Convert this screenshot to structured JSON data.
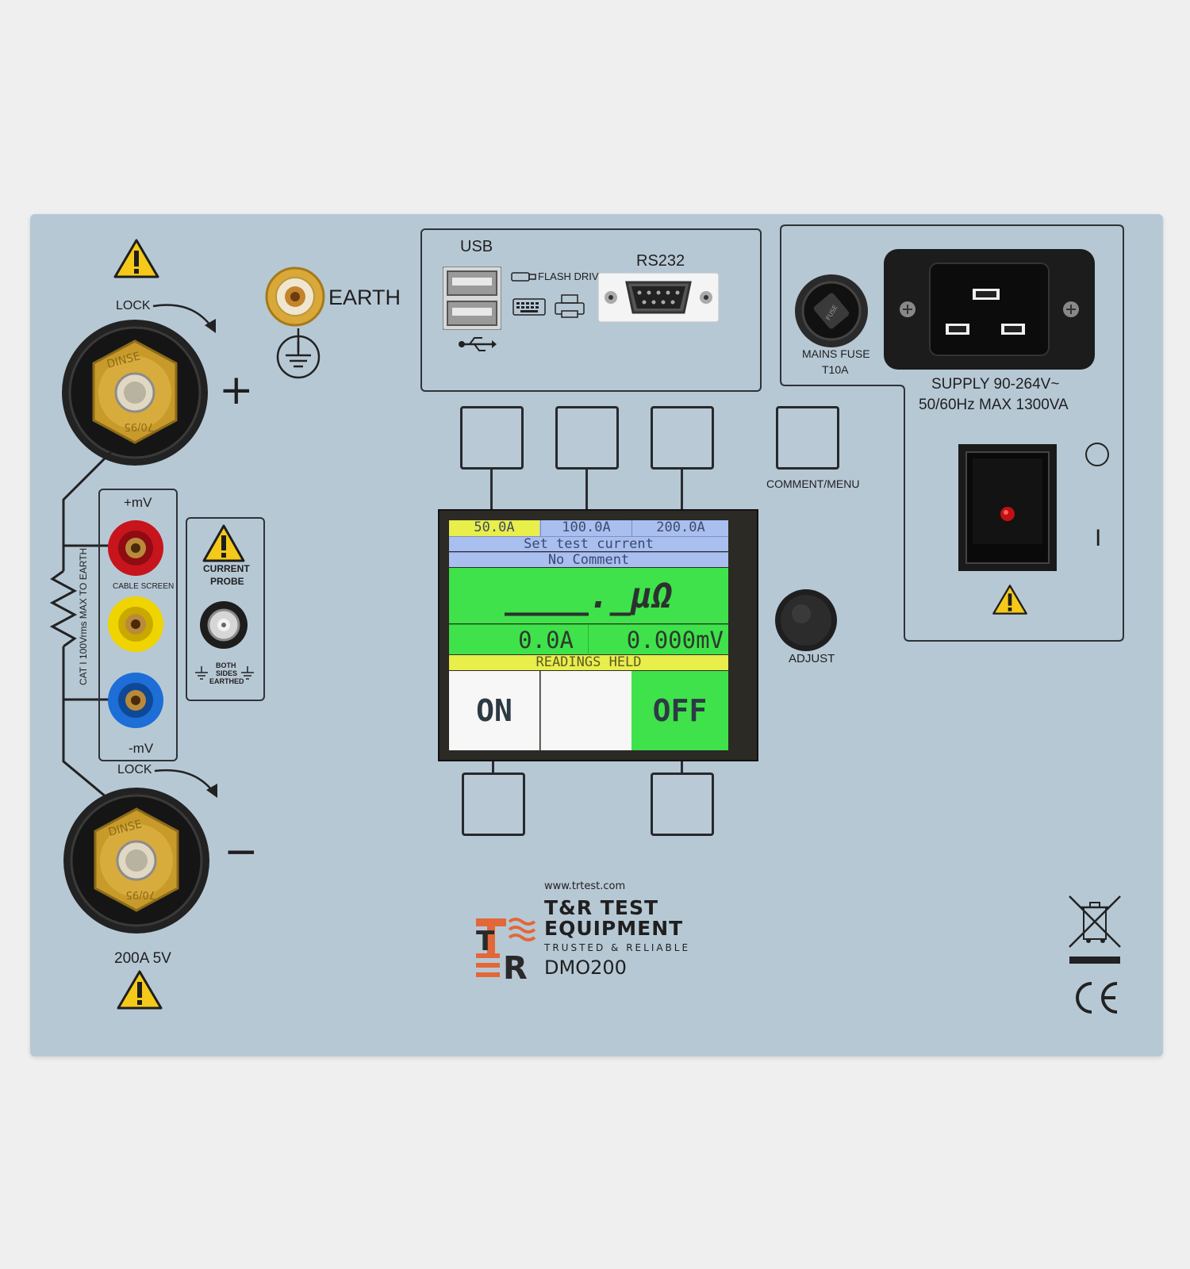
{
  "labels": {
    "lock_top": "LOCK",
    "lock_bottom": "LOCK",
    "earth": "EARTH",
    "plus": "+",
    "minus": "−",
    "plus_mv": "+mV",
    "minus_mv": "-mV",
    "cable_screen": "CABLE SCREEN",
    "cat_rating": "CAT I 100Vrms MAX TO EARTH",
    "current_probe_line1": "CURRENT",
    "current_probe_line2": "PROBE",
    "both_sides_line1": "BOTH",
    "both_sides_line2": "SIDES",
    "both_sides_line3": "EARTHED",
    "rating": "200A 5V",
    "usb": "USB",
    "flash_drive": "FLASH DRIVE",
    "rs232": "RS232",
    "mains_fuse_line1": "MAINS FUSE",
    "mains_fuse_line2": "T10A",
    "supply_line1": "SUPPLY 90-264V~",
    "supply_line2": "50/60Hz  MAX 1300VA",
    "comment_menu": "COMMENT/MENU",
    "adjust": "ADJUST",
    "switch_on_mark": "I",
    "ce_mark": "CE"
  },
  "brand": {
    "url": "www.trtest.com",
    "name_line1": "T&R TEST",
    "name_line2": "EQUIPMENT",
    "tagline": "TRUSTED & RELIABLE",
    "model": "DMO200",
    "logo_letters": "T&R"
  },
  "display": {
    "current_options": [
      "50.0A",
      "100.0A",
      "200.0A"
    ],
    "selected_current": "50.0A",
    "prompt": "Set test current",
    "comment": "No Comment",
    "main_reading": "____._μΩ",
    "current_reading": "0.0A",
    "voltage_reading": "0.000mV",
    "status": "READINGS HELD",
    "softkey_left": "ON",
    "softkey_middle": "",
    "softkey_right": "OFF"
  },
  "colors": {
    "panel": "#b7c8d5",
    "lcd_green": "#3fe24a",
    "lcd_blue": "#a8bff0",
    "lcd_yellow": "#e8ee4a",
    "terminal_red": "#c8141c",
    "terminal_yellow": "#f0d400",
    "terminal_blue": "#1d6ed6",
    "brand_orange": "#e2683a",
    "warning_yellow": "#f4c919"
  },
  "icons": [
    "warning-icon",
    "earth-ground-icon",
    "usb-icon",
    "flash-drive-icon",
    "keyboard-icon",
    "printer-icon",
    "resistor-icon",
    "weee-bin-icon",
    "ce-mark-icon",
    "fuse-icon",
    "power-inlet-icon"
  ]
}
